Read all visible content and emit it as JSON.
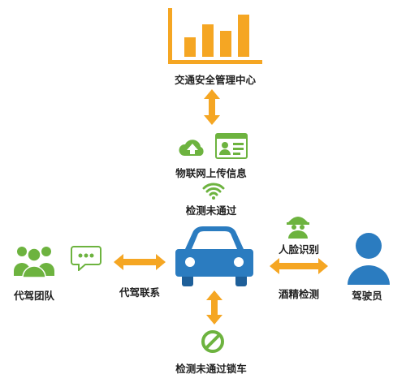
{
  "colors": {
    "orange": "#F5A623",
    "green": "#6DB33F",
    "blue": "#2B7CC0",
    "dark_blue": "#1E5F99"
  },
  "labels": {
    "top": "交通安全管理中心",
    "upload": "物联网上传信息",
    "fail_check": "检测未通过",
    "team": "代驾团队",
    "contact": "代驾联系",
    "face": "人脸识别",
    "alcohol": "酒精检测",
    "driver": "驾驶员",
    "lock": "检测未通过锁车"
  },
  "icons": {
    "top": "bar-chart-icon",
    "upload_left": "cloud-upload-icon",
    "upload_right": "id-card-icon",
    "signal": "wifi-icon",
    "team": "group-icon",
    "chat": "chat-bubble-icon",
    "car": "car-icon",
    "spy": "spy-icon",
    "driver": "person-icon",
    "prohibited": "prohibited-icon"
  }
}
